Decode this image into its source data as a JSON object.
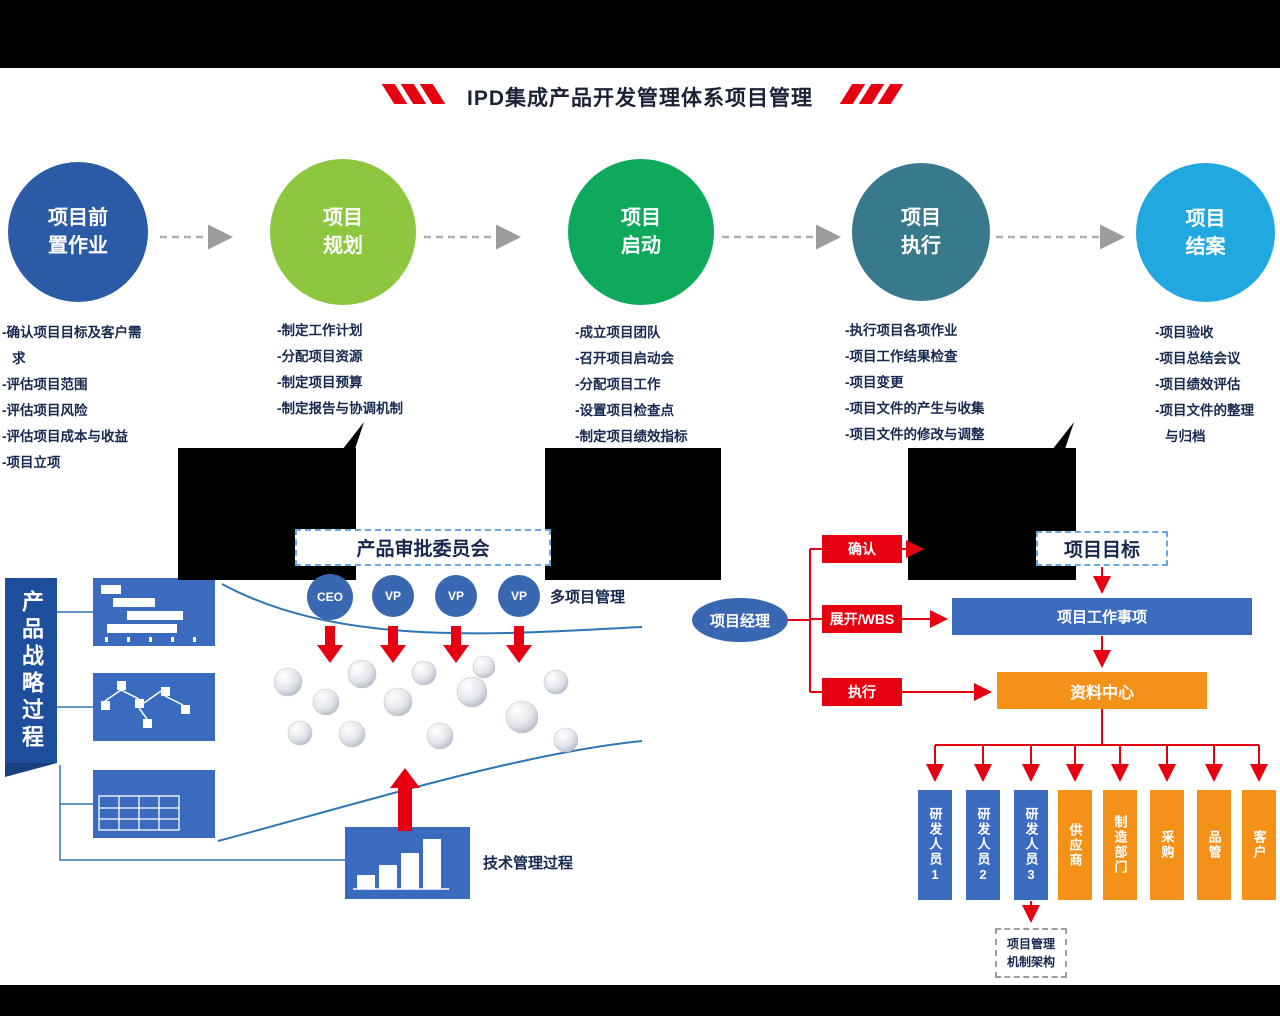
{
  "title": "IPD集成产品开发管理体系项目管理",
  "phases": [
    {
      "name": "项目前\n置作业",
      "color": "#2b5aa7",
      "bullets": [
        "-确认项目目标及客户需求",
        "-评估项目范围",
        "-评估项目风险",
        "-评估项目成本与收益",
        "-项目立项"
      ]
    },
    {
      "name": "项目\n规划",
      "color": "#8dc63f",
      "bullets": [
        "-制定工作计划",
        "-分配项目资源",
        "-制定项目预算",
        "-制定报告与协调机制"
      ]
    },
    {
      "name": "项目\n启动",
      "color": "#0fa95c",
      "bullets": [
        "-成立项目团队",
        "-召开项目启动会",
        "-分配项目工作",
        "-设置项目检查点",
        "-制定项目绩效指标"
      ]
    },
    {
      "name": "项目\n执行",
      "color": "#38798b",
      "bullets": [
        "-执行项目各项作业",
        "-项目工作结果检查",
        "-项目变更",
        "-项目文件的产生与收集",
        "-项目文件的修改与调整"
      ]
    },
    {
      "name": "项目\n结案",
      "color": "#22a8e0",
      "bullets": [
        "-项目验收",
        "-项目总结会议",
        "-项目绩效评估",
        "-项目文件的整理与归档"
      ]
    }
  ],
  "strategy": {
    "banner": "产品战略过程",
    "committee": "产品审批委员会",
    "members": [
      "CEO",
      "VP",
      "VP",
      "VP"
    ],
    "multi_project": "多项目管理",
    "tech_process": "技术管理过程"
  },
  "execution": {
    "manager": "项目经理",
    "steps": [
      "确认",
      "展开/WBS",
      "执行"
    ],
    "goal": "项目目标",
    "work_items": "项目工作事项",
    "data_center": "资料中心",
    "teams": [
      {
        "label": "研发人员1",
        "color": "#3a6bbf"
      },
      {
        "label": "研发人员2",
        "color": "#3a6bbf"
      },
      {
        "label": "研发人员3",
        "color": "#3a6bbf"
      },
      {
        "label": "供应商",
        "color": "#f39119"
      },
      {
        "label": "制造部门",
        "color": "#f39119"
      },
      {
        "label": "采购",
        "color": "#f39119"
      },
      {
        "label": "品管",
        "color": "#f39119"
      },
      {
        "label": "客户",
        "color": "#f39119"
      }
    ],
    "architecture": "项目管理\n机制架构"
  },
  "colors": {
    "red": "#e60012",
    "blue": "#3a6bbf",
    "orange": "#f39119",
    "banner_blue": "#1e4e9c",
    "navy_text": "#17294f",
    "funnel_stroke": "#2e75b6"
  }
}
